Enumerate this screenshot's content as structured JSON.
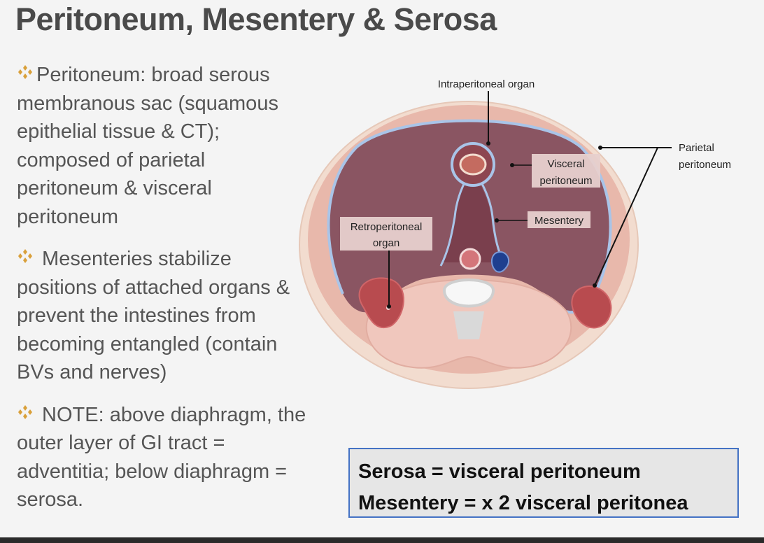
{
  "title": "Peritoneum, Mesentery & Serosa",
  "bullets": [
    {
      "icon": "diamond-cluster-icon",
      "text": "Peritoneum: broad serous membranous sac (squamous epithelial tissue & CT); composed of parietal peritoneum & visceral peritoneum"
    },
    {
      "icon": "diamond-cluster-icon",
      "text": " Mesenteries stabilize positions of attached organs & prevent the intestines from becoming entangled (contain BVs and nerves)"
    },
    {
      "icon": "diamond-cluster-icon",
      "text": " NOTE: above diaphragm, the outer layer of GI tract = adventitia; below diaphragm = serosa."
    }
  ],
  "diagram": {
    "labels": {
      "intraperitoneal": "Intraperitoneal organ",
      "visceral_1": "Visceral",
      "visceral_2": "peritoneum",
      "mesentery": "Mesentery",
      "retro_1": "Retroperitoneal",
      "retro_2": "organ",
      "parietal_1": "Parietal",
      "parietal_2": "peritoneum"
    },
    "colors": {
      "cavity": "#8a5562",
      "membrane": "#a9c4e8",
      "body_wall": "#e8b8ab",
      "outer_skin": "#f2dccf",
      "organ": "#b84b4f",
      "vein": "#1f3f8f",
      "bone": "#d9d9d9"
    }
  },
  "summary": {
    "line1": "Serosa = visceral peritoneum",
    "line2": "Mesentery = x 2 visceral peritonea"
  },
  "theme": {
    "bullet_icon_color": "#d9a03a",
    "box_border": "#4472c4"
  }
}
